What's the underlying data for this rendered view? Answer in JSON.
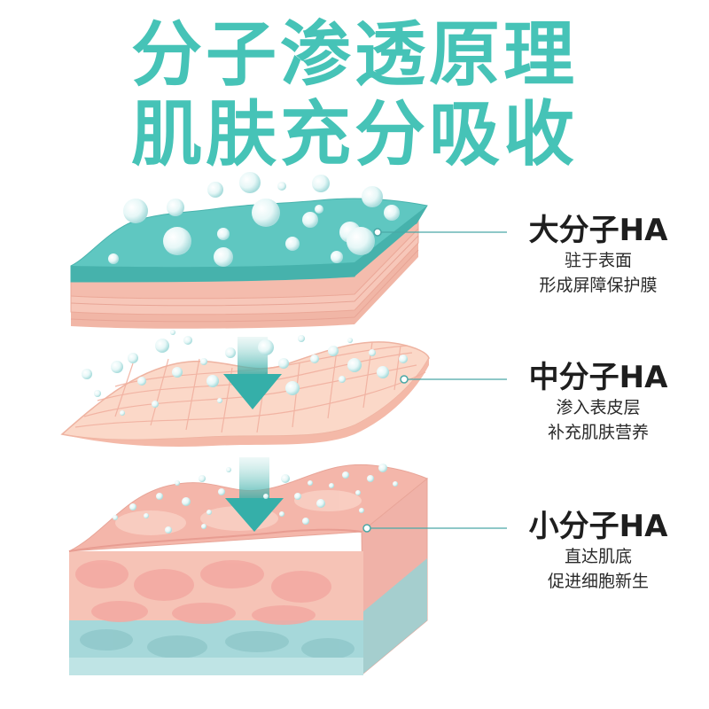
{
  "title": {
    "line1": "分子渗透原理",
    "line2": "肌肤充分吸收"
  },
  "layers": [
    {
      "name": "大分子HA",
      "desc_line1": "驻于表面",
      "desc_line2": "形成屏障保护膜"
    },
    {
      "name": "中分子HA",
      "desc_line1": "渗入表皮层",
      "desc_line2": "补充肌肤营养"
    },
    {
      "name": "小分子HA",
      "desc_line1": "直达肌底",
      "desc_line2": "促进细胞新生"
    }
  ],
  "colors": {
    "title": "#46c3b7",
    "teal_layer": "#5cc5bf",
    "pink_layer": "#f4b8aa",
    "peach_layer": "#fbd9c8",
    "blue_layer": "#a9dcdc",
    "arrow": "#3bb3ad",
    "leader_line": "#4aa8a6"
  }
}
